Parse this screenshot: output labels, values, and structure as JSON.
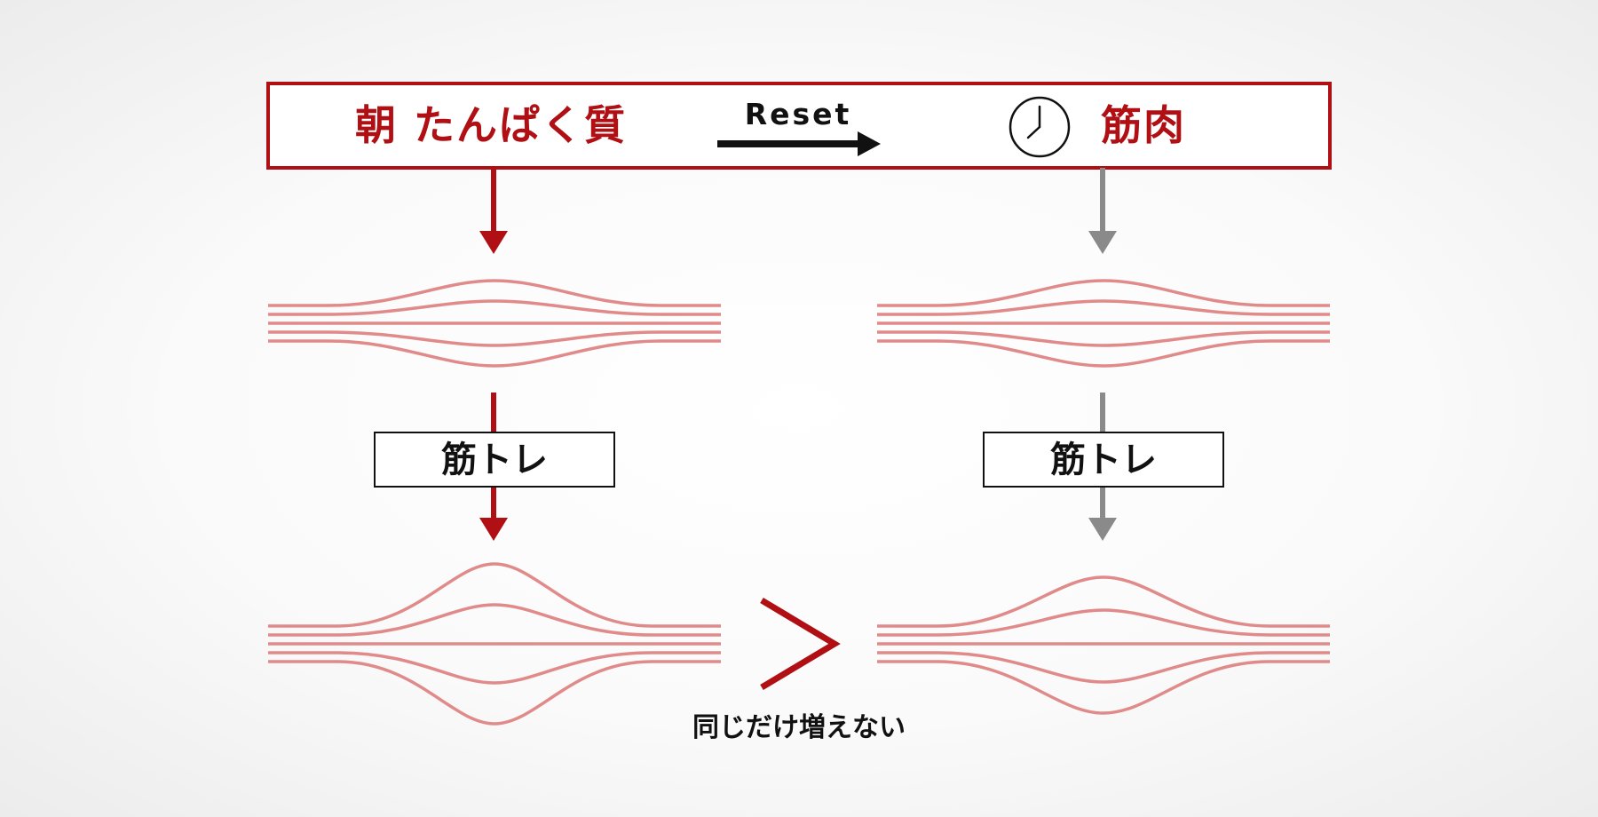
{
  "header": {
    "left_label": "朝 たんぱく質",
    "arrow_label": "Reset",
    "right_label": "筋肉",
    "clock_icon": "clock-icon"
  },
  "left_column": {
    "training_label": "筋トレ"
  },
  "right_column": {
    "training_label": "筋トレ"
  },
  "comparison": {
    "caption": "同じだけ増えない",
    "symbol": "greater-than"
  },
  "colors": {
    "accent_red": "#b00f14",
    "muscle_line": "#e08a8a",
    "arrow_gray": "#8a8a8a",
    "text_dark": "#111111"
  }
}
